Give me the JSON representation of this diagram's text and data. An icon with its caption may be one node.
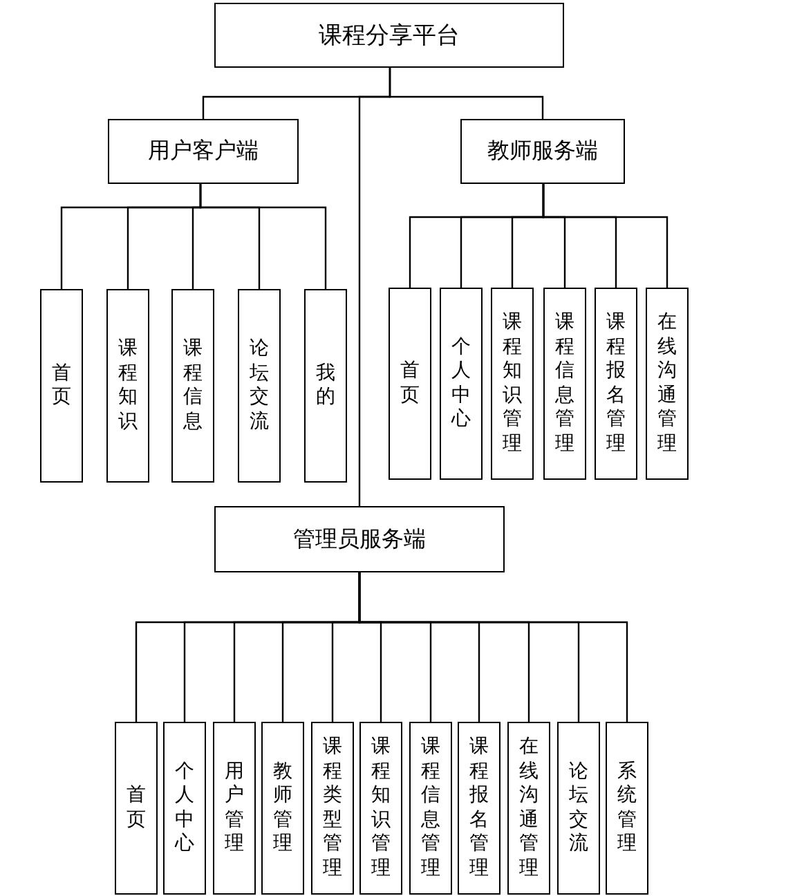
{
  "diagram": {
    "nodes": [
      {
        "text": [
          "课程分享平台"
        ]
      },
      {
        "text": [
          "用户客户端"
        ]
      },
      {
        "text": [
          "教师服务端"
        ]
      },
      {
        "text": [
          "首页"
        ]
      },
      {
        "text": [
          "课程知识"
        ]
      },
      {
        "text": [
          "课程信息"
        ]
      },
      {
        "text": [
          "论坛交流"
        ]
      },
      {
        "text": [
          "我的"
        ]
      },
      {
        "text": [
          "首页"
        ]
      },
      {
        "text": [
          "个人中心"
        ]
      },
      {
        "text": [
          "课程知识管理"
        ]
      },
      {
        "text": [
          "课程信息管理"
        ]
      },
      {
        "text": [
          "课程报名管理"
        ]
      },
      {
        "text": [
          "在线沟通管理"
        ]
      },
      {
        "text": [
          "管理员服务端"
        ]
      },
      {
        "text": [
          "首页"
        ]
      },
      {
        "text": [
          "个人中心"
        ]
      },
      {
        "text": [
          "用户管理"
        ]
      },
      {
        "text": [
          "教师管理"
        ]
      },
      {
        "text": [
          "课程类型管理"
        ]
      },
      {
        "text": [
          "课程知识管理"
        ]
      },
      {
        "text": [
          "课程信息管理"
        ]
      },
      {
        "text": [
          "课程报名管理"
        ]
      },
      {
        "text": [
          "在线沟通管理"
        ]
      },
      {
        "text": [
          "论坛交流"
        ]
      },
      {
        "text": [
          "系统管理"
        ]
      }
    ],
    "edges": [
      {
        "from": 0,
        "to": 1,
        "arrow": "none"
      },
      {
        "from": 0,
        "to": 2,
        "arrow": "none"
      },
      {
        "from": 0,
        "to": 14,
        "arrow": "none"
      },
      {
        "from": 1,
        "to": 3,
        "arrow": "none"
      },
      {
        "from": 1,
        "to": 4,
        "arrow": "none"
      },
      {
        "from": 1,
        "to": 5,
        "arrow": "none"
      },
      {
        "from": 1,
        "to": 6,
        "arrow": "none"
      },
      {
        "from": 1,
        "to": 7,
        "arrow": "none"
      },
      {
        "from": 2,
        "to": 8,
        "arrow": "none"
      },
      {
        "from": 2,
        "to": 9,
        "arrow": "none"
      },
      {
        "from": 2,
        "to": 10,
        "arrow": "none"
      },
      {
        "from": 2,
        "to": 11,
        "arrow": "none"
      },
      {
        "from": 2,
        "to": 12,
        "arrow": "none"
      },
      {
        "from": 2,
        "to": 13,
        "arrow": "none"
      },
      {
        "from": 14,
        "to": 15,
        "arrow": "none"
      },
      {
        "from": 14,
        "to": 16,
        "arrow": "none"
      },
      {
        "from": 14,
        "to": 17,
        "arrow": "none"
      },
      {
        "from": 14,
        "to": 18,
        "arrow": "none"
      },
      {
        "from": 14,
        "to": 19,
        "arrow": "none"
      },
      {
        "from": 14,
        "to": 20,
        "arrow": "none"
      },
      {
        "from": 14,
        "to": 21,
        "arrow": "none"
      },
      {
        "from": 14,
        "to": 22,
        "arrow": "none"
      },
      {
        "from": 14,
        "to": 23,
        "arrow": "none"
      },
      {
        "from": 14,
        "to": 24,
        "arrow": "none"
      },
      {
        "from": 14,
        "to": 25,
        "arrow": "none"
      }
    ]
  }
}
